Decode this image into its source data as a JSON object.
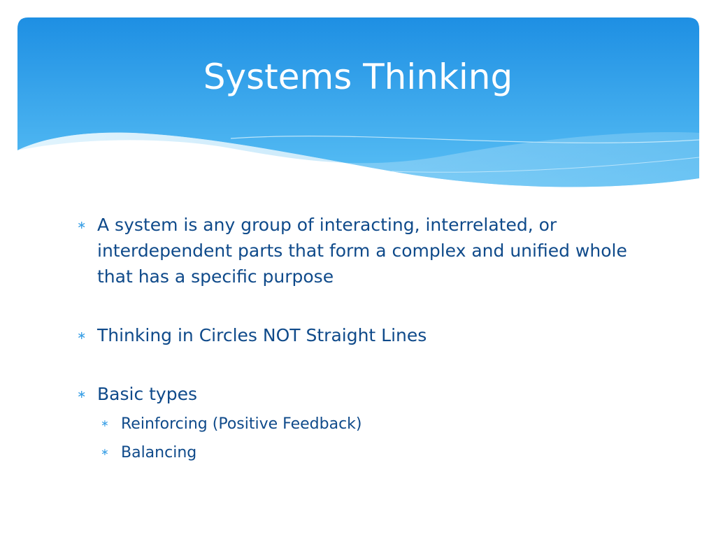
{
  "slide": {
    "title": "Systems Thinking",
    "bullet_glyph": "∗",
    "bullets": [
      {
        "text": "A system is any group of interacting, interrelated, or interdependent parts that form a complex and unified whole that has a specific purpose"
      },
      {
        "text": "Thinking in Circles NOT Straight Lines"
      },
      {
        "text": "Basic types"
      }
    ],
    "sub_bullets": [
      {
        "text": "Reinforcing (Positive Feedback)"
      },
      {
        "text": "Balancing"
      }
    ]
  },
  "colors": {
    "header_top": "#1e8fe3",
    "header_bottom": "#5ac0f5",
    "wave_light": "#a9dcf8",
    "body_text": "#0f4a8a",
    "bullet_mark": "#3aa0e6"
  }
}
